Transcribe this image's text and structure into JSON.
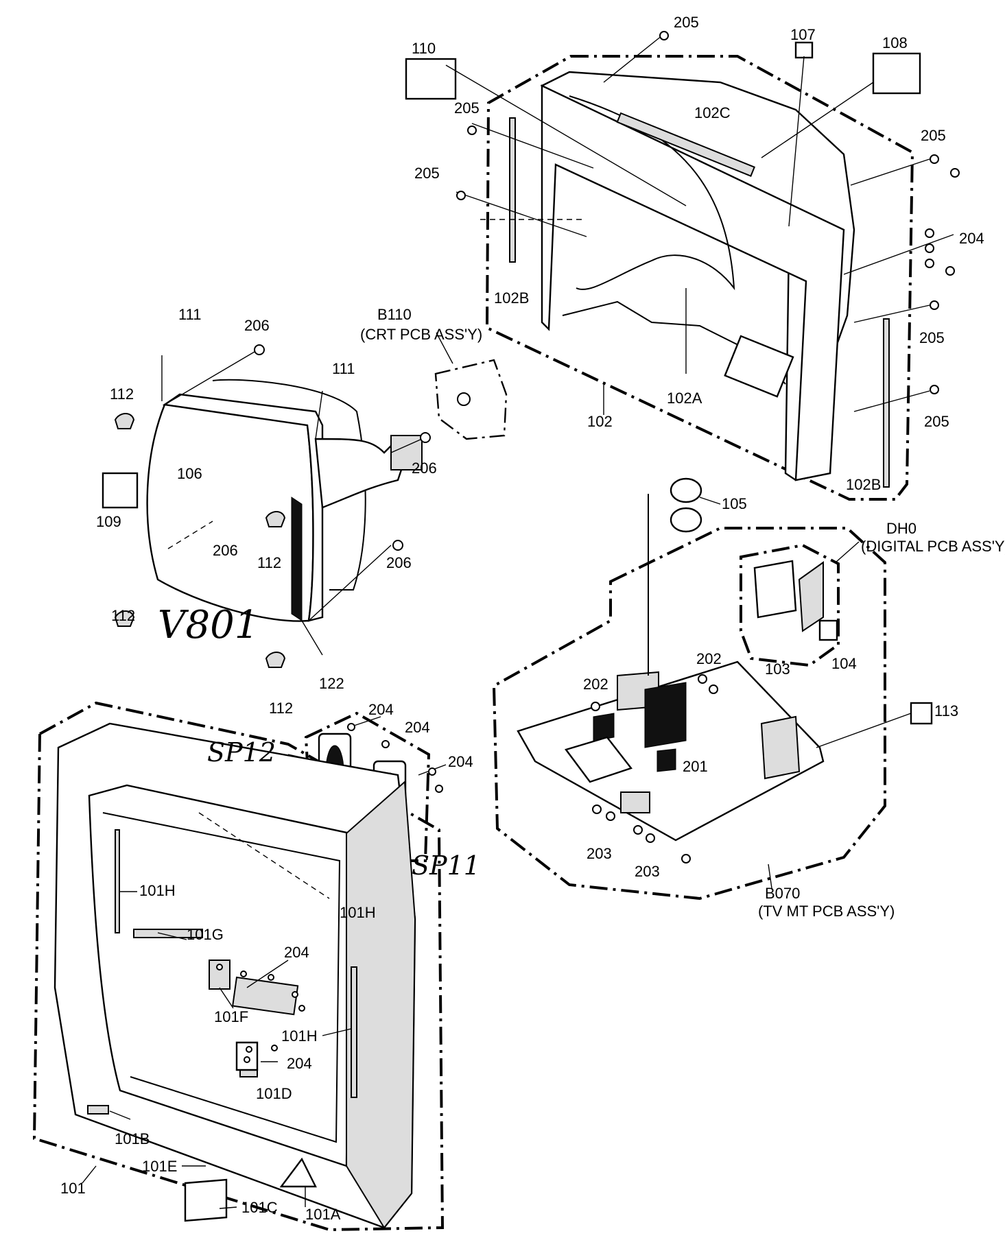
{
  "labels": {
    "l205a": "205",
    "l107": "107",
    "l108": "108",
    "l110": "110",
    "l205b": "205",
    "l102C": "102C",
    "l205c": "205",
    "l205d": "205",
    "l204a": "204",
    "l102B_left": "102B",
    "l205e": "205",
    "l102A": "102A",
    "l102": "102",
    "l205f": "205",
    "l102B_right": "102B",
    "l111a": "111",
    "l206a": "206",
    "l111b": "111",
    "lB110": "B110",
    "lCRT": "(CRT PCB ASS'Y)",
    "l112a": "112",
    "l206b": "206",
    "l106": "106",
    "l109": "109",
    "l206c": "206",
    "l112b": "112",
    "l112c": "112",
    "l206d": "206",
    "l105": "105",
    "lDH0": "DH0",
    "lDigital": "(DIGITAL PCB ASS'Y)",
    "l103": "103",
    "l104": "104",
    "l122": "122",
    "l112d": "112",
    "l202a": "202",
    "l202b": "202",
    "l113": "113",
    "l201": "201",
    "l204b": "204",
    "l204c": "204",
    "l204d": "204",
    "l203a": "203",
    "l203b": "203",
    "lB070": "B070",
    "lTVMT": "(TV MT PCB ASS'Y)",
    "l101H_a": "101H",
    "l101H_b": "101H",
    "l101G": "101G",
    "l204e": "204",
    "l101F": "101F",
    "l101H_c": "101H",
    "l204f": "204",
    "l101D": "101D",
    "l101B": "101B",
    "l101E": "101E",
    "l101": "101",
    "l101C": "101C",
    "l101A": "101A"
  },
  "handwritten": {
    "v801": "V801",
    "sp12": "SP12",
    "sp11": "SP11"
  }
}
